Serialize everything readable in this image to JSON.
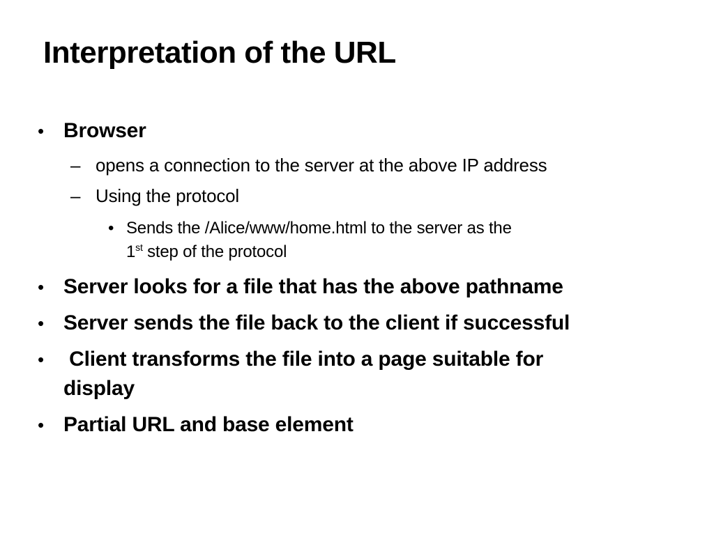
{
  "slide": {
    "title": "Interpretation of the URL",
    "bullets": [
      {
        "symbol": "•",
        "text": "Browser",
        "children": [
          {
            "symbol": "–",
            "text": "opens a connection to the server at the above IP address"
          },
          {
            "symbol": "–",
            "text": "Using the protocol",
            "children": [
              {
                "symbol": "•",
                "line1": "Sends the /Alice/www/home.html to the server as the",
                "line2_num": "1",
                "line2_sup": "st",
                "line2_rest": " step of the protocol"
              }
            ]
          }
        ]
      },
      {
        "symbol": "•",
        "text": "Server looks for a file that has the above pathname"
      },
      {
        "symbol": "•",
        "text": "Server sends the file back to the client if successful"
      },
      {
        "symbol": "•",
        "line1": " Client transforms the file into a page suitable for",
        "line2": "display"
      },
      {
        "symbol": "•",
        "text": "Partial URL and base element"
      }
    ]
  }
}
